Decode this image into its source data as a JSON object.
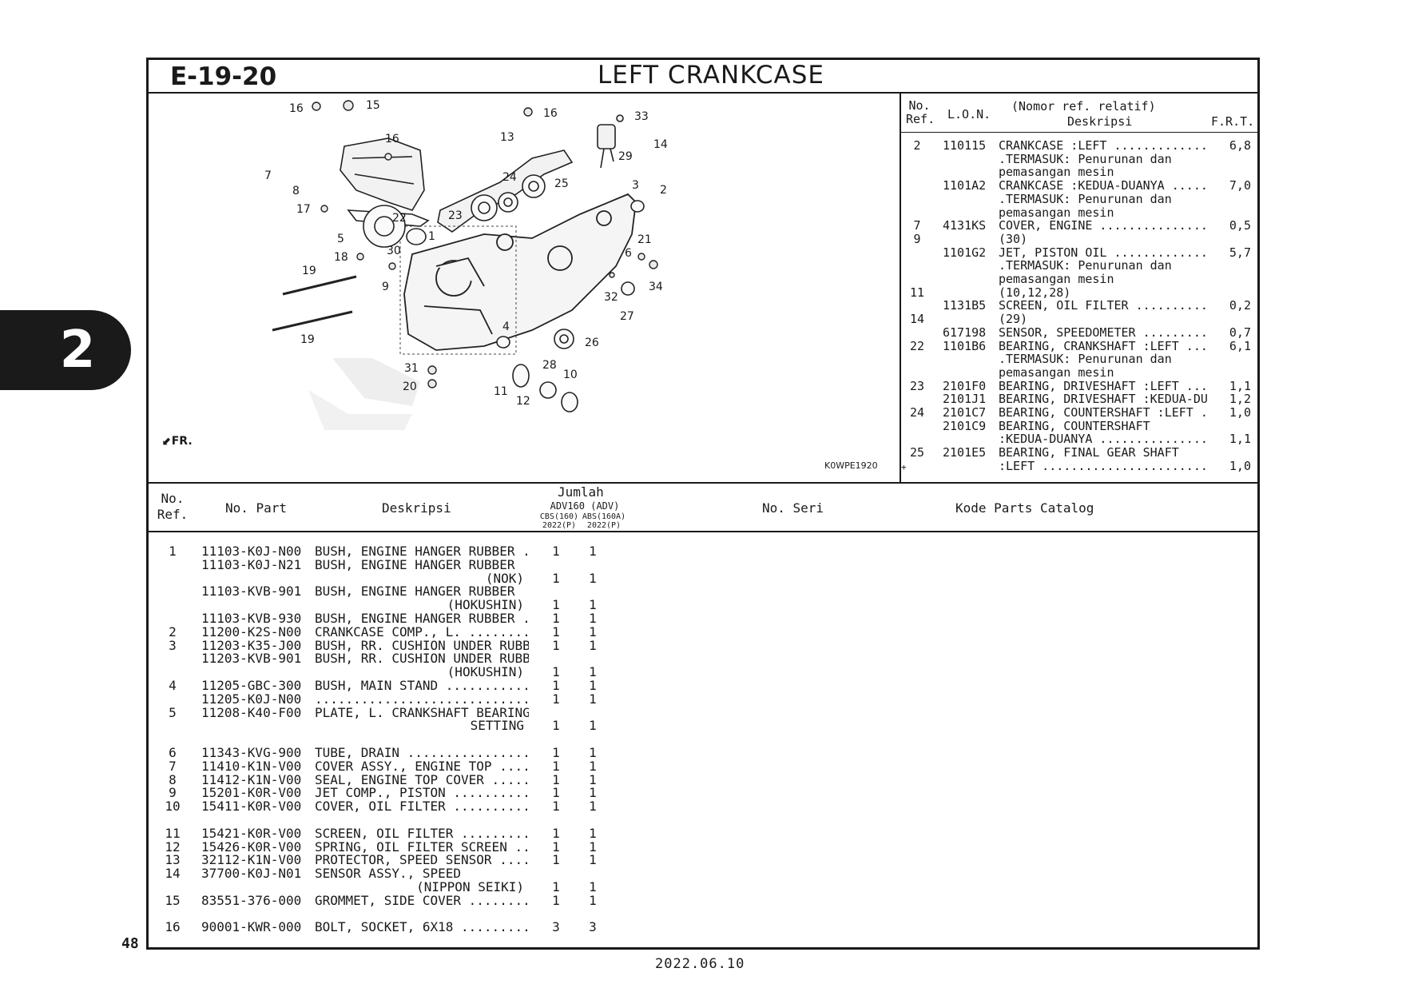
{
  "header": {
    "section_code": "E-19-20",
    "title": "LEFT CRANKCASE"
  },
  "chapter_tab": "2",
  "page_number": "48",
  "footer_date": "2022.06.10",
  "diagram": {
    "code": "K0WPE1920",
    "fr_label": "FR.",
    "callouts": [
      "1",
      "2",
      "3",
      "4",
      "5",
      "6",
      "7",
      "8",
      "9",
      "10",
      "11",
      "12",
      "13",
      "14",
      "15",
      "16",
      "16",
      "16",
      "17",
      "18",
      "19",
      "19",
      "20",
      "21",
      "22",
      "23",
      "24",
      "25",
      "26",
      "27",
      "28",
      "29",
      "30",
      "31",
      "32",
      "33",
      "34"
    ]
  },
  "lon_table": {
    "headers": {
      "no_ref_1": "No.",
      "no_ref_2": "Ref.",
      "lon": "L.O.N.",
      "desc_1": "(Nomor ref. relatif)",
      "desc_2": "Deskripsi",
      "frt": "F.R.T."
    },
    "rows": [
      {
        "ref": "2",
        "code": "110115",
        "desc": "CRANKCASE :LEFT .................",
        "frt": "6,8"
      },
      {
        "ref": "",
        "code": "",
        "desc": ".TERMASUK: Penurunan dan",
        "frt": ""
      },
      {
        "ref": "",
        "code": "",
        "desc": " pemasangan mesin",
        "frt": ""
      },
      {
        "ref": "",
        "code": "1101A2",
        "desc": "CRANKCASE :KEDUA-DUANYA .........",
        "frt": "7,0"
      },
      {
        "ref": "",
        "code": "",
        "desc": ".TERMASUK: Penurunan dan",
        "frt": ""
      },
      {
        "ref": "",
        "code": "",
        "desc": " pemasangan mesin",
        "frt": ""
      },
      {
        "ref": "7",
        "code": "4131KS",
        "desc": "COVER, ENGINE ...................",
        "frt": "0,5"
      },
      {
        "ref": "9",
        "code": "",
        "desc": "(30)",
        "frt": ""
      },
      {
        "ref": "",
        "code": "1101G2",
        "desc": "JET, PISTON OIL .................",
        "frt": "5,7"
      },
      {
        "ref": "",
        "code": "",
        "desc": ".TERMASUK: Penurunan dan",
        "frt": ""
      },
      {
        "ref": "",
        "code": "",
        "desc": " pemasangan mesin",
        "frt": ""
      },
      {
        "ref": "11",
        "code": "",
        "desc": "(10,12,28)",
        "frt": ""
      },
      {
        "ref": "",
        "code": "1131B5",
        "desc": "SCREEN, OIL FILTER ..............",
        "frt": "0,2"
      },
      {
        "ref": "14",
        "code": "",
        "desc": "(29)",
        "frt": ""
      },
      {
        "ref": "",
        "code": "617198",
        "desc": "SENSOR, SPEEDOMETER .............",
        "frt": "0,7"
      },
      {
        "ref": "22",
        "code": "1101B6",
        "desc": "BEARING, CRANKSHAFT :LEFT .......",
        "frt": "6,1"
      },
      {
        "ref": "",
        "code": "",
        "desc": ".TERMASUK: Penurunan dan",
        "frt": ""
      },
      {
        "ref": "",
        "code": "",
        "desc": " pemasangan mesin",
        "frt": ""
      },
      {
        "ref": "23",
        "code": "2101F0",
        "desc": "BEARING, DRIVESHAFT :LEFT .......",
        "frt": "1,1"
      },
      {
        "ref": "",
        "code": "2101J1",
        "desc": "BEARING, DRIVESHAFT :KEDUA-DUANYA.",
        "frt": "1,2"
      },
      {
        "ref": "24",
        "code": "2101C7",
        "desc": "BEARING, COUNTERSHAFT :LEFT .....",
        "frt": "1,0"
      },
      {
        "ref": "",
        "code": "2101C9",
        "desc": "BEARING, COUNTERSHAFT",
        "frt": ""
      },
      {
        "ref": "",
        "code": "",
        "desc": " :KEDUA-DUANYA ..................",
        "frt": "1,1"
      },
      {
        "ref": "25",
        "code": "2101E5",
        "desc": "BEARING, FINAL GEAR SHAFT",
        "frt": ""
      },
      {
        "ref": "",
        "code": "",
        "desc": " :LEFT ..........................",
        "frt": "1,0"
      }
    ],
    "plus_mark": "+"
  },
  "parts_table": {
    "headers": {
      "no_ref_1": "No.",
      "no_ref_2": "Ref.",
      "part": "No. Part",
      "desc": "Deskripsi",
      "qty": "Jumlah",
      "model": "ADV160 (ADV)",
      "var1": "CBS(160)",
      "var2": "ABS(160A)",
      "year1": "2022(P)",
      "year2": "2022(P)",
      "serial": "No. Seri",
      "catalog": "Kode Parts Catalog"
    },
    "rows": [
      {
        "ref": "1",
        "part": "11103-K0J-N00",
        "desc": "BUSH, ENGINE HANGER RUBBER ....",
        "desc2": "",
        "q1": "1",
        "q2": "1"
      },
      {
        "ref": "",
        "part": "11103-K0J-N21",
        "desc": "BUSH, ENGINE HANGER RUBBER",
        "desc2": "",
        "q1": "",
        "q2": ""
      },
      {
        "ref": "",
        "part": "",
        "desc": "",
        "desc2": "(NOK)",
        "q1": "1",
        "q2": "1"
      },
      {
        "ref": "",
        "part": "11103-KVB-901",
        "desc": "BUSH, ENGINE HANGER RUBBER",
        "desc2": "",
        "q1": "",
        "q2": ""
      },
      {
        "ref": "",
        "part": "",
        "desc": "",
        "desc2": "(HOKUSHIN)",
        "q1": "1",
        "q2": "1"
      },
      {
        "ref": "",
        "part": "11103-KVB-930",
        "desc": "BUSH, ENGINE HANGER RUBBER ....",
        "desc2": "",
        "q1": "1",
        "q2": "1"
      },
      {
        "ref": "2",
        "part": "11200-K2S-N00",
        "desc": "CRANKCASE COMP., L. ...........",
        "desc2": "",
        "q1": "1",
        "q2": "1"
      },
      {
        "ref": "3",
        "part": "11203-K35-J00",
        "desc": "BUSH, RR. CUSHION UNDER RUBBER..",
        "desc2": "",
        "q1": "1",
        "q2": "1"
      },
      {
        "ref": "",
        "part": "11203-KVB-901",
        "desc": "BUSH, RR. CUSHION UNDER RUBBER",
        "desc2": "",
        "q1": "",
        "q2": ""
      },
      {
        "ref": "",
        "part": "",
        "desc": "",
        "desc2": "(HOKUSHIN)",
        "q1": "1",
        "q2": "1"
      },
      {
        "ref": "4",
        "part": "11205-GBC-300",
        "desc": "BUSH, MAIN STAND ..............",
        "desc2": "",
        "q1": "1",
        "q2": "1"
      },
      {
        "ref": "",
        "part": "11205-K0J-N00",
        "desc": " .............................",
        "desc2": "",
        "q1": "1",
        "q2": "1"
      },
      {
        "ref": "5",
        "part": "11208-K40-F00",
        "desc": "PLATE, L. CRANKSHAFT BEARING",
        "desc2": "",
        "q1": "",
        "q2": ""
      },
      {
        "ref": "",
        "part": "",
        "desc": "",
        "desc2": "SETTING",
        "q1": "1",
        "q2": "1"
      },
      {
        "ref": "",
        "part": "",
        "desc": "",
        "desc2": "",
        "q1": "",
        "q2": ""
      },
      {
        "ref": "6",
        "part": "11343-KVG-900",
        "desc": "TUBE, DRAIN ...................",
        "desc2": "",
        "q1": "1",
        "q2": "1"
      },
      {
        "ref": "7",
        "part": "11410-K1N-V00",
        "desc": "COVER ASSY., ENGINE TOP .......",
        "desc2": "",
        "q1": "1",
        "q2": "1"
      },
      {
        "ref": "8",
        "part": "11412-K1N-V00",
        "desc": "SEAL, ENGINE TOP COVER ........",
        "desc2": "",
        "q1": "1",
        "q2": "1"
      },
      {
        "ref": "9",
        "part": "15201-K0R-V00",
        "desc": "JET COMP., PISTON ............",
        "desc2": "",
        "q1": "1",
        "q2": "1"
      },
      {
        "ref": "10",
        "part": "15411-K0R-V00",
        "desc": "COVER, OIL FILTER .............",
        "desc2": "",
        "q1": "1",
        "q2": "1"
      },
      {
        "ref": "",
        "part": "",
        "desc": "",
        "desc2": "",
        "q1": "",
        "q2": ""
      },
      {
        "ref": "11",
        "part": "15421-K0R-V00",
        "desc": "SCREEN, OIL FILTER ............",
        "desc2": "",
        "q1": "1",
        "q2": "1"
      },
      {
        "ref": "12",
        "part": "15426-K0R-V00",
        "desc": "SPRING, OIL FILTER SCREEN .....",
        "desc2": "",
        "q1": "1",
        "q2": "1"
      },
      {
        "ref": "13",
        "part": "32112-K1N-V00",
        "desc": "PROTECTOR, SPEED SENSOR .......",
        "desc2": "",
        "q1": "1",
        "q2": "1"
      },
      {
        "ref": "14",
        "part": "37700-K0J-N01",
        "desc": "SENSOR ASSY., SPEED",
        "desc2": "",
        "q1": "",
        "q2": ""
      },
      {
        "ref": "",
        "part": "",
        "desc": "",
        "desc2": "(NIPPON SEIKI)",
        "q1": "1",
        "q2": "1"
      },
      {
        "ref": "15",
        "part": "83551-376-000",
        "desc": "GROMMET, SIDE COVER ...........",
        "desc2": "",
        "q1": "1",
        "q2": "1"
      },
      {
        "ref": "",
        "part": "",
        "desc": "",
        "desc2": "",
        "q1": "",
        "q2": ""
      },
      {
        "ref": "16",
        "part": "90001-KWR-000",
        "desc": "BOLT, SOCKET, 6X18 ............",
        "desc2": "",
        "q1": "3",
        "q2": "3"
      }
    ]
  }
}
